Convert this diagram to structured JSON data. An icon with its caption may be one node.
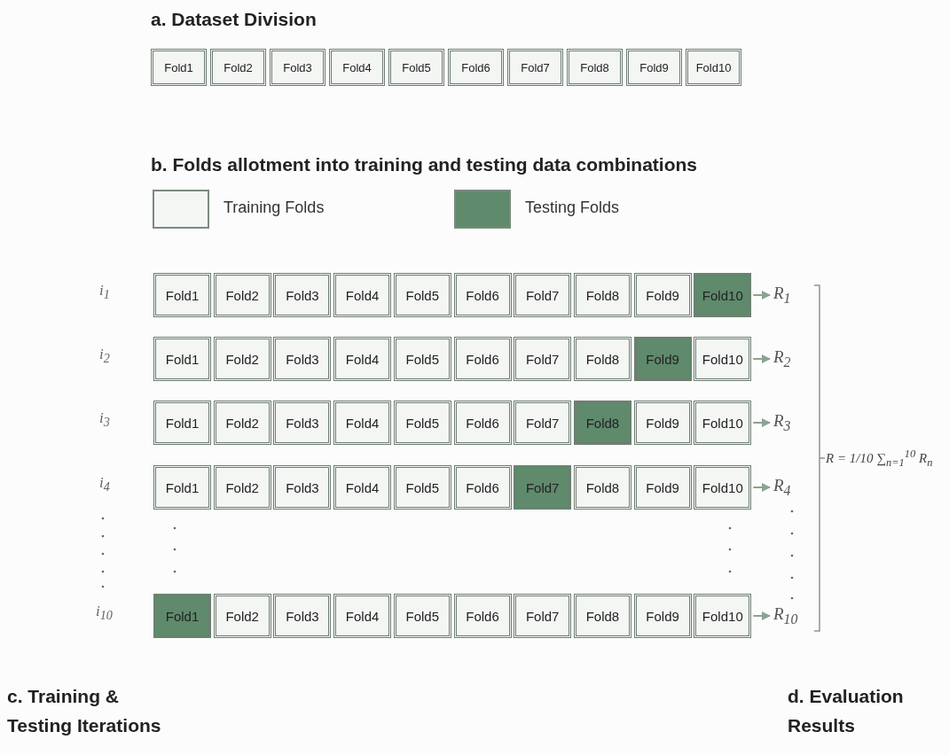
{
  "diagram": {
    "nodes": [
      {
        "text": [
          "Fold1"
        ]
      },
      {
        "text": [
          "Fold2"
        ]
      },
      {
        "text": [
          "Fold3"
        ]
      },
      {
        "text": [
          "Fold4"
        ]
      },
      {
        "text": [
          "Fold5"
        ]
      },
      {
        "text": [
          "Fold6"
        ]
      },
      {
        "text": [
          "Fold7"
        ]
      },
      {
        "text": [
          "Fold8"
        ]
      },
      {
        "text": [
          "Fold9"
        ]
      },
      {
        "text": [
          "Fold10"
        ]
      },
      {
        "text": [
          "Fold1"
        ]
      },
      {
        "text": [
          "Fold2"
        ]
      },
      {
        "text": [
          "Fold3"
        ]
      },
      {
        "text": [
          "Fold4"
        ]
      },
      {
        "text": [
          "Fold5"
        ]
      },
      {
        "text": [
          "Fold6"
        ]
      },
      {
        "text": [
          "Fold7"
        ]
      },
      {
        "text": [
          "Fold8"
        ]
      },
      {
        "text": [
          "Fold9"
        ]
      },
      {
        "text": [
          "Fold10"
        ]
      },
      {
        "text": [
          "R$_{1}$"
        ]
      },
      {
        "text": [
          "Fold1"
        ]
      },
      {
        "text": [
          "Fold2"
        ]
      },
      {
        "text": [
          "Fold3"
        ]
      },
      {
        "text": [
          "Fold4"
        ]
      },
      {
        "text": [
          "Fold5"
        ]
      },
      {
        "text": [
          "Fold6"
        ]
      },
      {
        "text": [
          "Fold7"
        ]
      },
      {
        "text": [
          "Fold8"
        ]
      },
      {
        "text": [
          "Fold9"
        ]
      },
      {
        "text": [
          "Fold10"
        ]
      },
      {
        "text": [
          "R$_{2}$"
        ]
      },
      {
        "text": [
          "Fold1"
        ]
      },
      {
        "text": [
          "Fold2"
        ]
      },
      {
        "text": [
          "Fold3"
        ]
      },
      {
        "text": [
          "Fold4"
        ]
      },
      {
        "text": [
          "Fold5"
        ]
      },
      {
        "text": [
          "Fold6"
        ]
      },
      {
        "text": [
          "Fold7"
        ]
      },
      {
        "text": [
          "Fold8"
        ]
      },
      {
        "text": [
          "Fold9"
        ]
      },
      {
        "text": [
          "Fold10"
        ]
      },
      {
        "text": [
          "R$_{3}$"
        ]
      },
      {
        "text": [
          "Fold1"
        ]
      },
      {
        "text": [
          "Fold2"
        ]
      },
      {
        "text": [
          "Fold3"
        ]
      },
      {
        "text": [
          "Fold4"
        ]
      },
      {
        "text": [
          "Fold5"
        ]
      },
      {
        "text": [
          "Fold6"
        ]
      },
      {
        "text": [
          "Fold7"
        ]
      },
      {
        "text": [
          "Fold8"
        ]
      },
      {
        "text": [
          "Fold9"
        ]
      },
      {
        "text": [
          "Fold10"
        ]
      },
      {
        "text": [
          "R$_{4}$"
        ]
      },
      {
        "text": [
          "Fold1"
        ]
      },
      {
        "text": [
          "Fold2"
        ]
      },
      {
        "text": [
          "Fold3"
        ]
      },
      {
        "text": [
          "Fold4"
        ]
      },
      {
        "text": [
          "Fold5"
        ]
      },
      {
        "text": [
          "Fold6"
        ]
      },
      {
        "text": [
          "Fold7"
        ]
      },
      {
        "text": [
          "Fold8"
        ]
      },
      {
        "text": [
          "Fold9"
        ]
      },
      {
        "text": [
          "Fold10"
        ]
      },
      {
        "text": [
          "R$_{10}$"
        ]
      }
    ],
    "edges": [
      {
        "from": 19,
        "to": 20,
        "arrow": "to"
      },
      {
        "from": 30,
        "to": 31,
        "arrow": "to"
      },
      {
        "from": 41,
        "to": 42,
        "arrow": "to"
      },
      {
        "from": 52,
        "to": 53,
        "arrow": "to"
      },
      {
        "from": 63,
        "to": 64,
        "arrow": "to"
      }
    ],
    "labels": [
      "a. Dataset Division",
      "b. Folds allotment into training and testing data combinations",
      "i$_{1}$",
      "i$_{2}$",
      "i$_{3}$",
      "i$_{4}$",
      "i$_{10}$",
      "R = 1/10 ∑$_{n=1}$$^{10}$ R$_{n}$",
      "c. Training & Testing Iterations",
      "d. Evaluation Results"
    ],
    "legend": [
      {
        "text": "Training Folds",
        "color": "#f4f6f4"
      },
      {
        "text": "Testing Folds",
        "color": "#5f8a6c"
      }
    ]
  }
}
